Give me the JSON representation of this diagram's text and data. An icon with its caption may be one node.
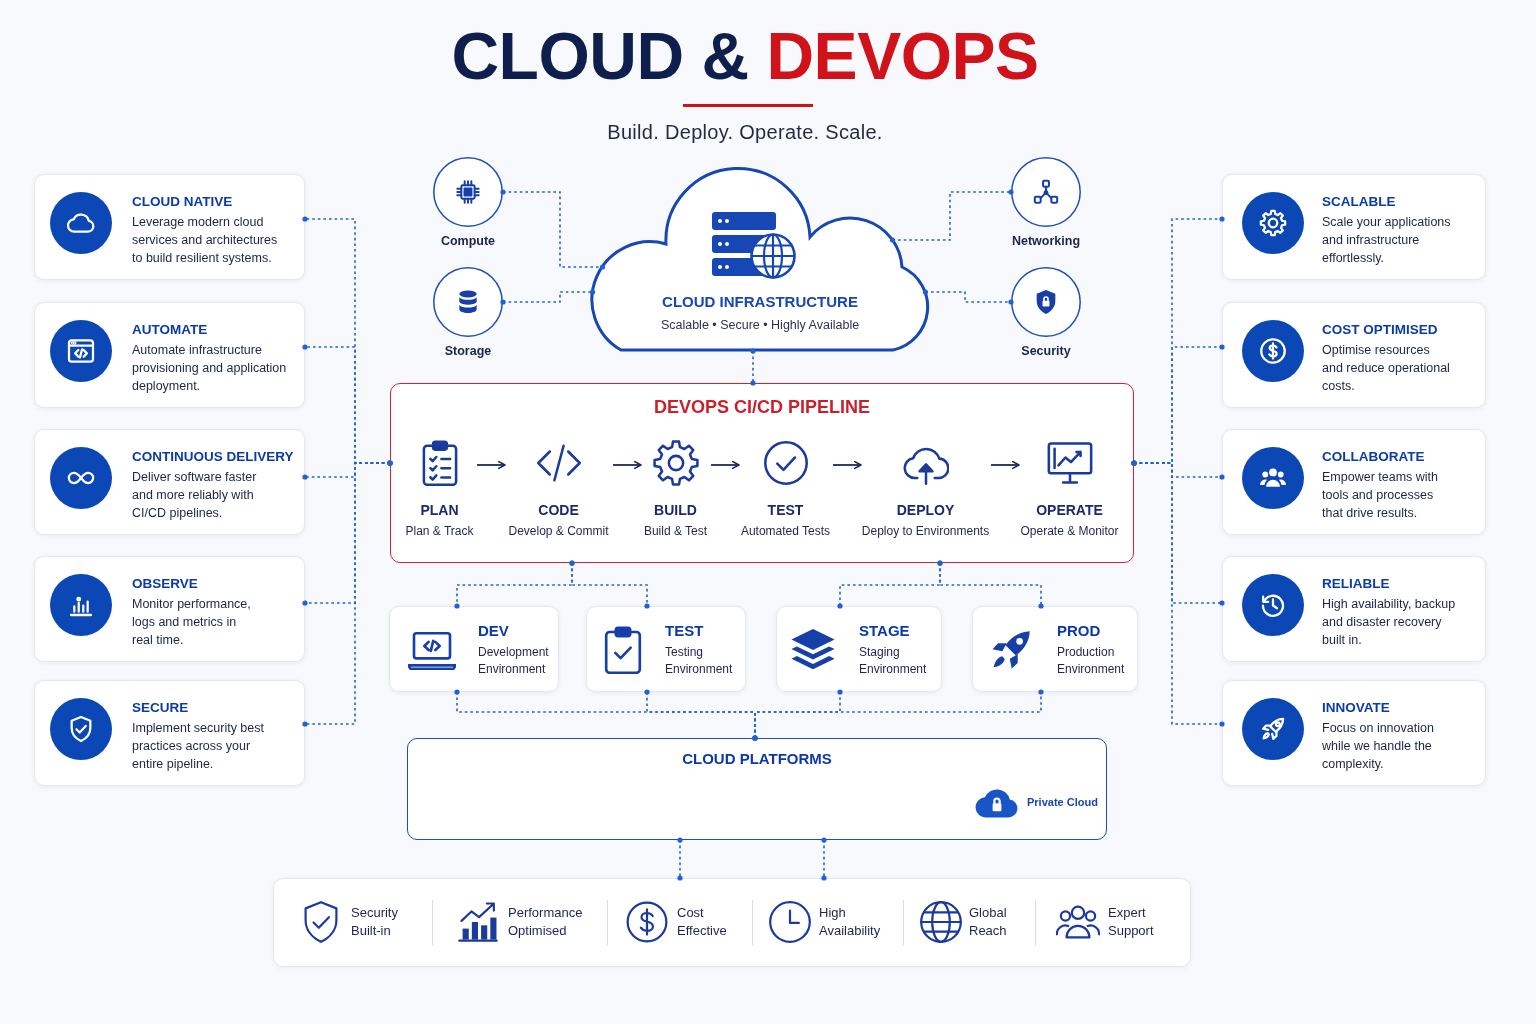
{
  "diagram": {
    "title": "CLOUD & DEVOPS",
    "nodes": [
      {
        "text": [
          "CLOUD NATIVE",
          "Leverage modern cloud services and architectures to build resilient systems."
        ]
      },
      {
        "text": [
          "AUTOMATE",
          "Automate infrastructure provisioning and application deployment."
        ]
      },
      {
        "text": [
          "CONTINUOUS DELIVERY",
          "Deliver software faster and more reliably with CI/CD pipelines."
        ]
      },
      {
        "text": [
          "OBSERVE",
          "Monitor performance, logs and metrics in real time."
        ]
      },
      {
        "text": [
          "SECURE",
          "Implement security best practices across your entire pipeline."
        ]
      },
      {
        "text": [
          "Compute"
        ]
      },
      {
        "text": [
          "CLOUD INFRASTRUCTURE",
          "Scalable • Secure • Highly Available"
        ]
      },
      {
        "text": [
          "Networking"
        ]
      },
      {
        "text": [
          "Storage"
        ]
      },
      {
        "text": [
          "Security"
        ]
      },
      {
        "text": [
          "DEVOPS CI/CD PIPELINE"
        ]
      },
      {
        "text": [
          "PLAN",
          "Plan & Track"
        ],
        "in": 10
      },
      {
        "text": [
          "CODE",
          "Develop & Commit"
        ],
        "in": 10
      },
      {
        "text": [
          "BUILD",
          "Build & Test"
        ],
        "in": 10
      },
      {
        "text": [
          "TEST",
          "Automated Tests"
        ],
        "in": 10
      },
      {
        "text": [
          "DEPLOY",
          "Deploy to Environments"
        ],
        "in": 10
      },
      {
        "text": [
          "OPERATE",
          "Operate & Monitor"
        ],
        "in": 10
      },
      {
        "text": [
          "DEV",
          "Development Environment"
        ]
      },
      {
        "text": [
          "TEST",
          "Testing Environment"
        ]
      },
      {
        "text": [
          "STAGE",
          "Staging Environment"
        ]
      },
      {
        "text": [
          "PROD",
          "Production Environment"
        ]
      },
      {
        "text": [
          "CLOUD PLATFORMS"
        ]
      },
      {
        "text": [
          "SCALABLE",
          "Scale your applications and infrastructure effortlessly."
        ]
      },
      {
        "text": [
          "COST OPTIMISED",
          "Optimise resources and reduce operational costs."
        ]
      },
      {
        "text": [
          "COLLABORATE",
          "Empower teams with tools and processes that drive results."
        ]
      },
      {
        "text": [
          "RELIABLE",
          "High availability, backup and disaster recovery built in."
        ]
      },
      {
        "text": [
          "INNOVATE",
          "Focus on innovation while we handle the complexity."
        ]
      },
      {
        "text": [],
        "shape": "box"
      }
    ],
    "edges": [
      {
        "from": 10,
        "to": 0,
        "arrow": "other",
        "style": "dashed"
      },
      {
        "from": 10,
        "to": 1,
        "arrow": "other",
        "style": "dashed"
      },
      {
        "from": 10,
        "to": 2,
        "arrow": "other",
        "style": "dashed"
      },
      {
        "from": 10,
        "to": 3,
        "arrow": "other",
        "style": "dashed"
      },
      {
        "from": 10,
        "to": 4,
        "arrow": "other",
        "style": "dashed"
      },
      {
        "from": 10,
        "to": 22,
        "arrow": "other",
        "style": "dashed"
      },
      {
        "from": 10,
        "to": 23,
        "arrow": "other",
        "style": "dashed"
      },
      {
        "from": 10,
        "to": 24,
        "arrow": "other",
        "style": "dashed"
      },
      {
        "from": 10,
        "to": 25,
        "arrow": "other",
        "style": "dashed"
      },
      {
        "from": 10,
        "to": 26,
        "arrow": "other",
        "style": "dashed"
      },
      {
        "from": 5,
        "to": 6,
        "arrow": "other",
        "style": "dashed"
      },
      {
        "from": 8,
        "to": 6,
        "arrow": "other",
        "style": "dashed"
      },
      {
        "from": 6,
        "to": 7,
        "arrow": "other",
        "style": "dashed"
      },
      {
        "from": 6,
        "to": 9,
        "arrow": "other",
        "style": "dashed"
      },
      {
        "from": 6,
        "to": 10,
        "arrow": "other",
        "style": "dashed"
      },
      {
        "from": 11,
        "to": 12,
        "arrow": "to",
        "color": "#1b2a5e"
      },
      {
        "from": 12,
        "to": 13,
        "arrow": "to",
        "color": "#1b2a5e"
      },
      {
        "from": 13,
        "to": 14,
        "arrow": "to",
        "color": "#1b2a5e"
      },
      {
        "from": 14,
        "to": 15,
        "arrow": "to",
        "color": "#1b2a5e"
      },
      {
        "from": 15,
        "to": 16,
        "arrow": "to",
        "color": "#1b2a5e"
      },
      {
        "from": 10,
        "to": 17,
        "arrow": "other",
        "style": "dashed"
      },
      {
        "from": 10,
        "to": 18,
        "arrow": "other",
        "style": "dashed"
      },
      {
        "from": 10,
        "to": 19,
        "arrow": "other",
        "style": "dashed"
      },
      {
        "from": 10,
        "to": 20,
        "arrow": "other",
        "style": "dashed"
      },
      {
        "from": 21,
        "to": 17,
        "arrow": "other",
        "style": "dashed"
      },
      {
        "from": 21,
        "to": 18,
        "arrow": "other",
        "style": "dashed"
      },
      {
        "from": 21,
        "to": 19,
        "arrow": "other",
        "style": "dashed"
      },
      {
        "from": 21,
        "to": 20,
        "arrow": "other",
        "style": "dashed"
      },
      {
        "from": 21,
        "to": 27,
        "arrow": "other",
        "style": "dashed"
      },
      {
        "from": 21,
        "to": 27,
        "arrow": "other",
        "style": "dashed"
      }
    ],
    "labels": [
      "Build. Deploy. Operate. Scale.",
      "Private Cloud",
      "Security Built-in",
      "Performance Optimised",
      "Cost Effective",
      "High Availability",
      "Global Reach",
      "Expert Support"
    ]
  }
}
